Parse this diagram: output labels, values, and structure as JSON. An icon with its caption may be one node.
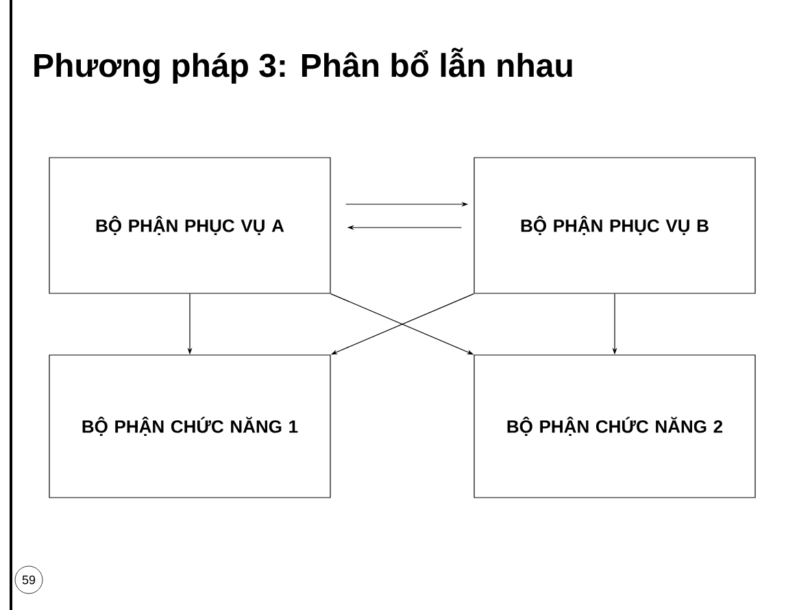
{
  "diagram": {
    "title": "Phương pháp 3: Phân bổ lẫn nhau",
    "nodes": [
      {
        "text": [
          "BỘ PHẬN PHỤC VỤ A"
        ]
      },
      {
        "text": [
          "BỘ PHẬN PHỤC VỤ B"
        ]
      },
      {
        "text": [
          "BỘ PHẬN CHỨC NĂNG 1"
        ]
      },
      {
        "text": [
          "BỘ PHẬN CHỨC NĂNG 2"
        ]
      }
    ],
    "edges": [
      {
        "from": 0,
        "to": 1,
        "arrow": "to"
      },
      {
        "from": 1,
        "to": 0,
        "arrow": "to"
      },
      {
        "from": 0,
        "to": 2,
        "arrow": "to"
      },
      {
        "from": 0,
        "to": 3,
        "arrow": "to"
      },
      {
        "from": 1,
        "to": 2,
        "arrow": "to"
      },
      {
        "from": 1,
        "to": 3,
        "arrow": "to"
      }
    ],
    "labels": [
      "59"
    ]
  }
}
